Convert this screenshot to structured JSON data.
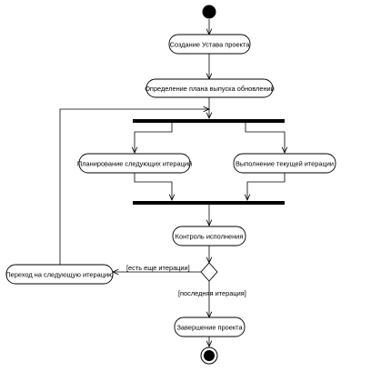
{
  "diagram": {
    "nodes": {
      "charter": "Создание Устава проекта",
      "release_plan": "Определение плана выпуска обновлений",
      "plan_next": "Планирование следующих итераций",
      "execute_current": "Выполнение текущей итерации",
      "control": "Контроль исполнения",
      "next_iteration": "Переход на следующую итерацию",
      "finish": "Завершение проекта"
    },
    "guards": {
      "more_iterations": "[есть еще итерации]",
      "last_iteration": "[последняя итерация]"
    },
    "colors": {
      "line": "#000000",
      "fill": "#ffffff",
      "bar": "#000000"
    }
  }
}
